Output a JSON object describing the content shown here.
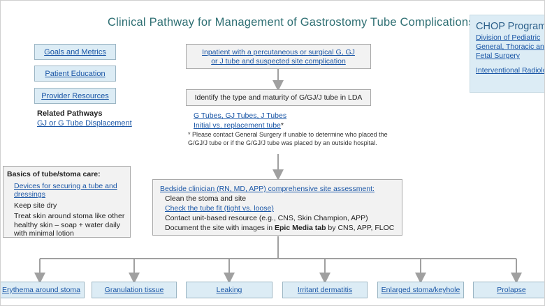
{
  "title": "Clinical Pathway for Management of Gastrostomy Tube Complications",
  "nav_buttons": [
    "Goals and Metrics",
    "Patient Education",
    "Provider Resources"
  ],
  "related": {
    "heading": "Related Pathways",
    "link": "GJ or G Tube Displacement"
  },
  "chop": {
    "heading": "CHOP Program",
    "link1": [
      "Division of Pediatric",
      "General, Thoracic and",
      "Fetal Surgery"
    ],
    "link2": "Interventional Radiology"
  },
  "start_box": {
    "line1": "Inpatient with a percutaneous or surgical G, GJ",
    "line2": "or J tube and suspected site complication"
  },
  "identify_box": "Identify the type and maturity of G/GJ/J tube in LDA",
  "tube_links": {
    "link1": "G Tubes, GJ Tubes, J Tubes",
    "link2": "Initial vs. replacement tube",
    "asterisk": "*"
  },
  "note": "* Please contact General Surgery if unable to determine who placed the G/GJ/J tube or if the G/GJ/J tube was placed by an outside hospital.",
  "basics": {
    "heading": "Basics of tube/stoma care:",
    "item1": "Devices for securing a tube and dressings",
    "item2": "Keep site dry",
    "item3": "Treat skin around stoma like other healthy skin – soap + water daily with minimal lotion"
  },
  "assessment": {
    "heading": "Bedside clinician (RN, MD, APP) comprehensive site assessment:",
    "item1": "Clean the stoma and site",
    "item2": "Check the tube fit (tight vs. loose)",
    "item3": "Contact unit-based resource (e.g., CNS, Skin Champion, APP)",
    "item4_pre": "Document the site with images in ",
    "item4_bold": "Epic Media tab",
    "item4_post": " by CNS, APP, FLOC"
  },
  "outcomes": [
    "Erythema around stoma",
    "Granulation tissue",
    "Leaking",
    "Irritant dermatitis",
    "Enlarged stoma/keyhole",
    "Prolapse"
  ]
}
